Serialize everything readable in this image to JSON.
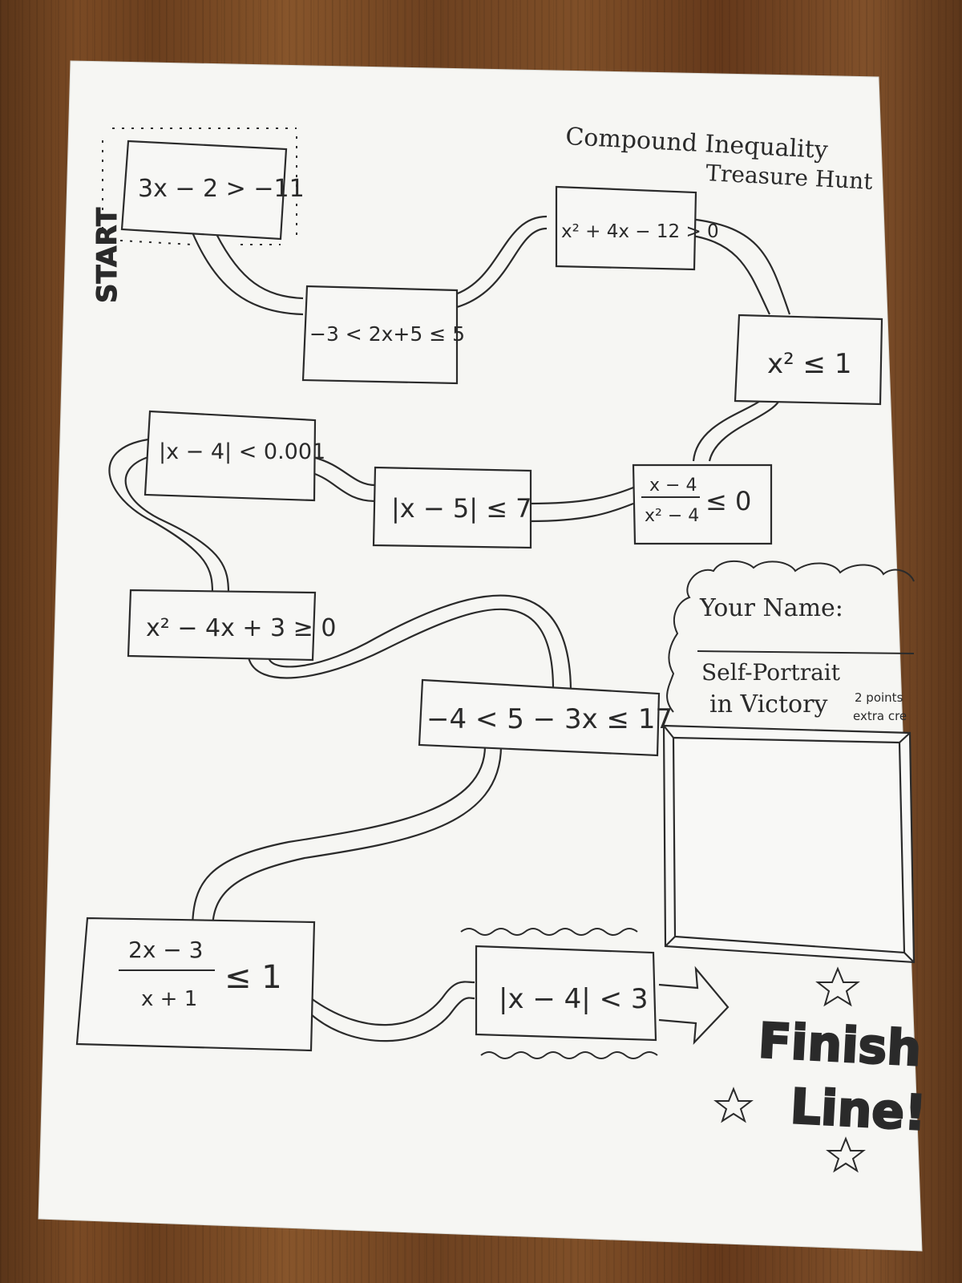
{
  "title": {
    "line1": "Compound Inequality",
    "line2": "Treasure Hunt"
  },
  "start_label": "START",
  "boxes": [
    {
      "id": "b1",
      "text": "3x − 2 > −11"
    },
    {
      "id": "b2",
      "text": "−3 < 2x+5 ≤ 5"
    },
    {
      "id": "b3",
      "text": "x² + 4x − 12 > 0"
    },
    {
      "id": "b4",
      "text": "x² ≤ 1"
    },
    {
      "id": "b5",
      "numerator": "x − 4",
      "denominator": "x² − 4",
      "rel": "≤ 0"
    },
    {
      "id": "b6",
      "text": "|x − 5| ≤ 7"
    },
    {
      "id": "b7",
      "text": "|x − 4| < 0.001"
    },
    {
      "id": "b8",
      "text": "x² − 4x + 3 ≥ 0"
    },
    {
      "id": "b9",
      "text": "−4 < 5 − 3x ≤ 17"
    },
    {
      "id": "b10",
      "numerator": "2x − 3",
      "denominator": "x + 1",
      "rel": "≤ 1"
    },
    {
      "id": "b11",
      "text": "|x − 4| < 3"
    }
  ],
  "name_prompt": "Your Name:",
  "portrait": {
    "line1": "Self-Portrait",
    "line2": "in Victory",
    "note1": "2 points",
    "note2": "extra cre"
  },
  "finish": {
    "line1": "Finish",
    "line2": "Line!"
  },
  "colors": {
    "paper": "#f7f7f5",
    "ink": "#2b2b2b",
    "wood": "#6d4120"
  }
}
